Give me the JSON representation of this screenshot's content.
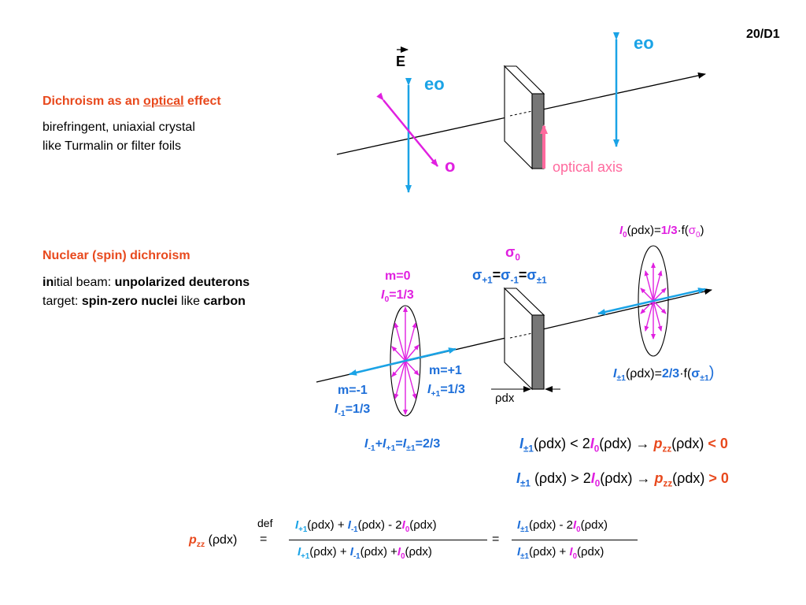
{
  "slide_number": "20/D1",
  "section1": {
    "title_pre": "Dichroism as an ",
    "title_u": "optical",
    "title_post": " effect",
    "line1": "birefringent, uniaxial crystal",
    "line2": "like Turmalin or filter foils"
  },
  "section2": {
    "title": "Nuclear (spin) dichroism",
    "l1_a": "in",
    "l1_b": "itial beam: ",
    "l1_c": "unpolarized deuterons",
    "l2_a": "target: ",
    "l2_b": "spin-zero nuclei",
    "l2_c": " like ",
    "l2_d": "carbon"
  },
  "diagram1": {
    "e_label": "E",
    "eo_left": "eo",
    "o_label": "o",
    "eo_right": "eo",
    "optical_axis": "optical axis"
  },
  "diagram2": {
    "sigma0": "σ",
    "sigma0_sub": "0",
    "sig_p": "σ",
    "sig_p_sub": "+1",
    "eq": "=",
    "sig_m": "σ",
    "sig_m_sub": "-1",
    "sig_pm": "σ",
    "sig_pm_sub": "±1",
    "m0": "m=0",
    "I0_l": "I",
    "I0_sub": "0",
    "I0_val": "=1/3",
    "mp1": "m=+1",
    "Ip_l": "I",
    "Ip_sub": "+1",
    "Ip_val": "=1/3",
    "mm1": "m=-1",
    "Im_l": "I",
    "Im_sub": "-1",
    "Im_val": "=1/3",
    "rhodx": "ρdx",
    "top_I": "I",
    "top_sub": "0",
    "top_a": "(ρdx)=",
    "top_b": "1/3",
    "top_c": "·f(",
    "top_sig": "σ",
    "top_sig_sub": "0",
    "top_d": ")",
    "bot_I": "I",
    "bot_sub": "±1",
    "bot_a": "(ρdx)=",
    "bot_b": "2/3",
    "bot_c": "·f(",
    "bot_sig": "σ",
    "bot_sig_sub": "±1",
    "bot_d": ")",
    "sum_a": "I",
    "sum_a_sub": "-1",
    "sum_plus": "+",
    "sum_b": "I",
    "sum_b_sub": "+1",
    "sum_eq": "=",
    "sum_c": "I",
    "sum_c_sub": "±1",
    "sum_val": "=2/3"
  },
  "relations": {
    "r1_I": "I",
    "r1_sub": "±1",
    "r1_a": "(ρdx) < 2",
    "r1_I0": "I",
    "r1_I0_sub": "0",
    "r1_b": "(ρdx) → ",
    "r1_p": "p",
    "r1_p_sub": "zz",
    "r1_c": "(ρdx) ",
    "r1_res": "< 0",
    "r2_I": "I",
    "r2_sub": "±1",
    "r2_a": " (ρdx) > 2",
    "r2_I0": "I",
    "r2_I0_sub": "0",
    "r2_b": "(ρdx) → ",
    "r2_p": "p",
    "r2_p_sub": "zz",
    "r2_c": "(ρdx) ",
    "r2_res": "> 0"
  },
  "formula": {
    "p": "p",
    "p_sub": "zz",
    "p_arg": " (ρdx)",
    "def": "def",
    "eq1": "=",
    "eq2": "=",
    "n1_I": "I",
    "n1_sub": "+1",
    "n1_t": "(ρdx) + ",
    "n2_I": "I",
    "n2_sub": "-1",
    "n2_t": "(ρdx) - 2",
    "n3_I": "I",
    "n3_sub": "0",
    "n3_t": "(ρdx)",
    "d1_I": "I",
    "d1_sub": "+1",
    "d1_t": "(ρdx) + ",
    "d2_I": "I",
    "d2_sub": "-1",
    "d2_t": "(ρdx) +",
    "d3_I": "I",
    "d3_sub": "0",
    "d3_t": "(ρdx)",
    "rn1_I": "I",
    "rn1_sub": "±1",
    "rn1_t": "(ρdx) - 2",
    "rn2_I": "I",
    "rn2_sub": "0",
    "rn2_t": "(ρdx)",
    "rd1_I": "I",
    "rd1_sub": "±1",
    "rd1_t": "(ρdx) + ",
    "rd2_I": "I",
    "rd2_sub": "0",
    "rd2_t": "(ρdx)"
  },
  "colors": {
    "red": "#e8491d",
    "blue": "#1e6fd9",
    "cyan": "#1aa3e6",
    "magenta": "#e020e0",
    "pink": "#ff6a9e",
    "plate_dark": "#777777"
  }
}
